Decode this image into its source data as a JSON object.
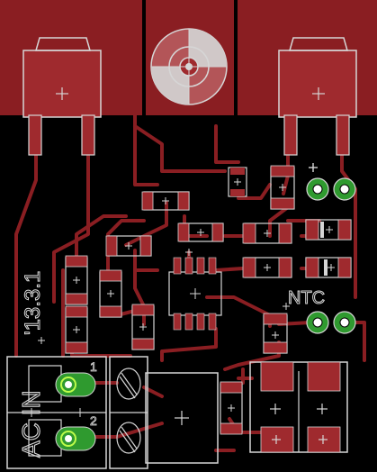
{
  "board": {
    "colors": {
      "background": "#000000",
      "copper": "#8a1e22",
      "pad": "#9f2a2e",
      "silkscreen": "#d6d6d6",
      "through_hole_pad": "#2f9a2f",
      "drill": "#ffffff"
    },
    "labels": {
      "version": "'13.3.1",
      "ntc": "NTC",
      "pin_1": "1",
      "pin_2": "2",
      "ac_in": "AC IN"
    }
  }
}
